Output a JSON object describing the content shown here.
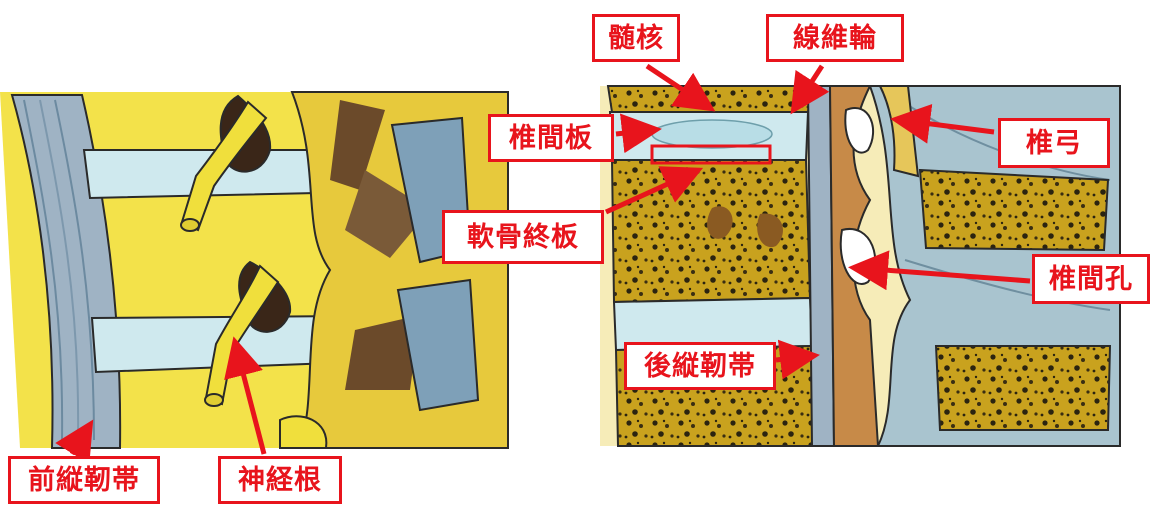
{
  "colors": {
    "label_red": "#e8141c",
    "bone_yellow": "#f3e24a",
    "cancellous_ochre": "#c9a21e",
    "disc_blue": "#cfe9ee",
    "ligament_blue_grey": "#9fb3c4",
    "nerve_yellow": "#f0df3c"
  },
  "icons": [
    "arrow-icon"
  ],
  "labels": {
    "nucleus_pulposus": "髄核",
    "annulus_fibrosus": "線維輪",
    "intervertebral_disc": "椎間板",
    "vertebral_arch": "椎弓",
    "cartilage_endplate": "軟骨終板",
    "intervertebral_foramen": "椎間孔",
    "posterior_longitudinal_ligament": "後縦靭帯",
    "anterior_longitudinal_ligament": "前縦靭帯",
    "nerve_root": "神経根"
  }
}
